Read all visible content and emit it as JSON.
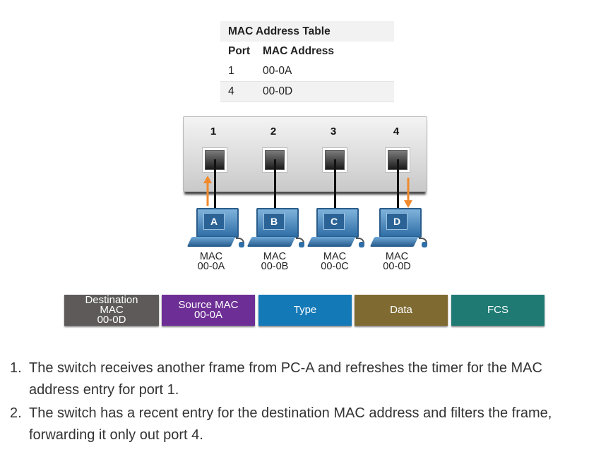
{
  "mac_table": {
    "title": "MAC Address Table",
    "headers": [
      "Port",
      "MAC Address"
    ],
    "rows": [
      {
        "port": "1",
        "mac": "00-0A"
      },
      {
        "port": "4",
        "mac": "00-0D"
      }
    ]
  },
  "switch": {
    "ports": [
      "1",
      "2",
      "3",
      "4"
    ]
  },
  "pcs": [
    {
      "label": "A",
      "mac_label": "MAC",
      "mac": "00-0A"
    },
    {
      "label": "B",
      "mac_label": "MAC",
      "mac": "00-0B"
    },
    {
      "label": "C",
      "mac_label": "MAC",
      "mac": "00-0C"
    },
    {
      "label": "D",
      "mac_label": "MAC",
      "mac": "00-0D"
    }
  ],
  "frame": {
    "dest_line1": "Destination",
    "dest_line2": "MAC",
    "dest_line3": "00-0D",
    "src_line1": "Source MAC",
    "src_line2": "00-0A",
    "type": "Type",
    "data": "Data",
    "fcs": "FCS"
  },
  "colors": {
    "arrow": "#f08a2c",
    "dest": "#5e5a5a",
    "source": "#6d2f95",
    "type": "#1479b7",
    "data": "#7f6a32",
    "fcs": "#1e7a73"
  },
  "steps": [
    {
      "num": "1.",
      "text": "The switch receives another frame from PC-A and refreshes the timer for the MAC address entry for port 1."
    },
    {
      "num": "2.",
      "text": "The switch has a recent entry for the destination MAC address and filters the frame, forwarding it only out port 4."
    }
  ]
}
